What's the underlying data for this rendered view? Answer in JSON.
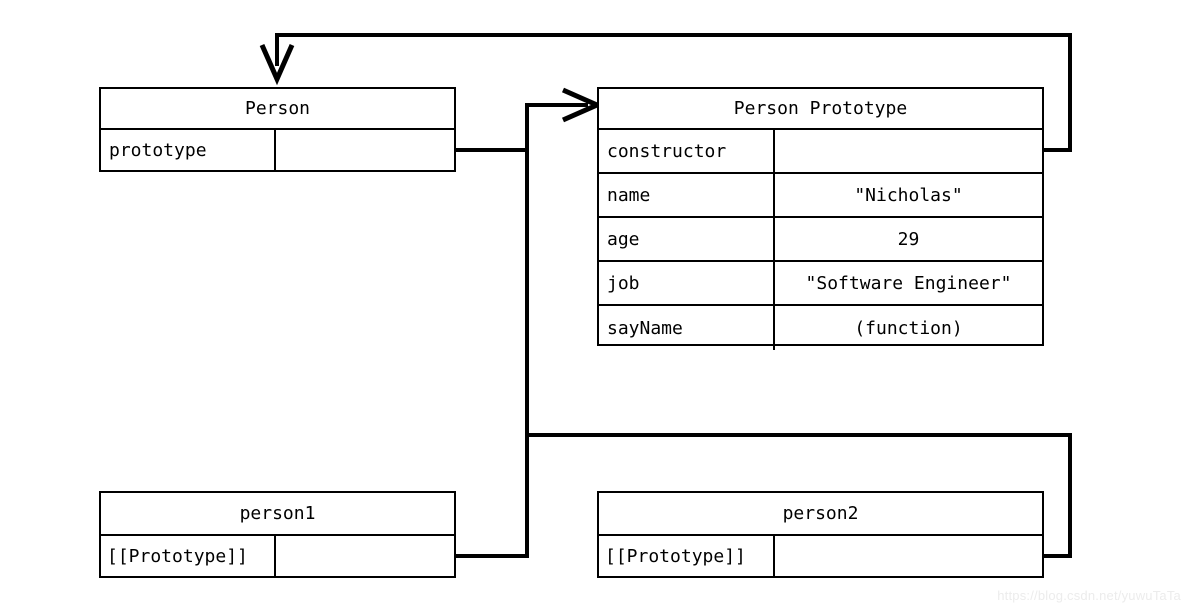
{
  "diagram": {
    "title": "JavaScript prototype chain diagram",
    "stroke_color": "#000000",
    "background_color": "#ffffff",
    "watermark": "https://blog.csdn.net/yuwuTaTa"
  },
  "boxes": {
    "person": {
      "title": "Person",
      "rows": [
        {
          "key": "prototype",
          "value": ""
        }
      ]
    },
    "person_prototype": {
      "title": "Person Prototype",
      "rows": [
        {
          "key": "constructor",
          "value": ""
        },
        {
          "key": "name",
          "value": "\"Nicholas\""
        },
        {
          "key": "age",
          "value": "29"
        },
        {
          "key": "job",
          "value": "\"Software Engineer\""
        },
        {
          "key": "sayName",
          "value": "(function)"
        }
      ]
    },
    "person1": {
      "title": "person1",
      "rows": [
        {
          "key": "[[Prototype]]",
          "value": ""
        }
      ]
    },
    "person2": {
      "title": "person2",
      "rows": [
        {
          "key": "[[Prototype]]",
          "value": ""
        }
      ]
    }
  },
  "connectors": [
    {
      "name": "person-prototype-to-person-prototype-box",
      "from": "Person.prototype",
      "to": "Person Prototype",
      "arrowhead": "right"
    },
    {
      "name": "constructor-to-person-box",
      "from": "Person Prototype.constructor",
      "to": "Person",
      "arrowhead": "down"
    },
    {
      "name": "person1-prototype-to-person-prototype-box",
      "from": "person1.[[Prototype]]",
      "to": "Person Prototype",
      "arrowhead": "right"
    },
    {
      "name": "person2-prototype-to-person-prototype-box",
      "from": "person2.[[Prototype]]",
      "to": "Person Prototype",
      "arrowhead": "right"
    }
  ]
}
